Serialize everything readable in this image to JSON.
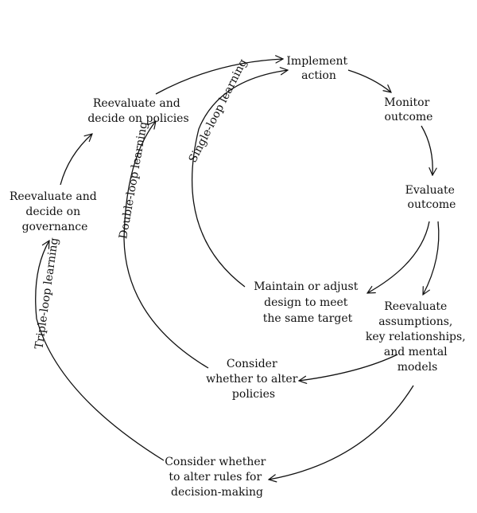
{
  "diagram": {
    "nodes": {
      "implement_action": [
        "Implement",
        "action"
      ],
      "monitor_outcome": [
        "Monitor",
        "outcome"
      ],
      "evaluate_outcome": [
        "Evaluate",
        "outcome"
      ],
      "maintain_or_adjust": [
        "Maintain or adjust",
        "design to meet",
        "the same target"
      ],
      "reevaluate_assumptions": [
        "Reevaluate",
        "assumptions,",
        "key relationships,",
        "and mental",
        "models"
      ],
      "consider_policies": [
        "Consider",
        "whether to alter",
        "policies"
      ],
      "consider_rules": [
        "Consider whether",
        "to alter rules for",
        "decision-making"
      ],
      "reevaluate_governance": [
        "Reevaluate and",
        "decide on",
        "governance"
      ],
      "reevaluate_policies": [
        "Reevaluate and",
        "decide on policies"
      ]
    },
    "loops": {
      "single": "Single-loop learning",
      "double": "Double-loop learning",
      "triple": "Triple-loop learning"
    }
  }
}
